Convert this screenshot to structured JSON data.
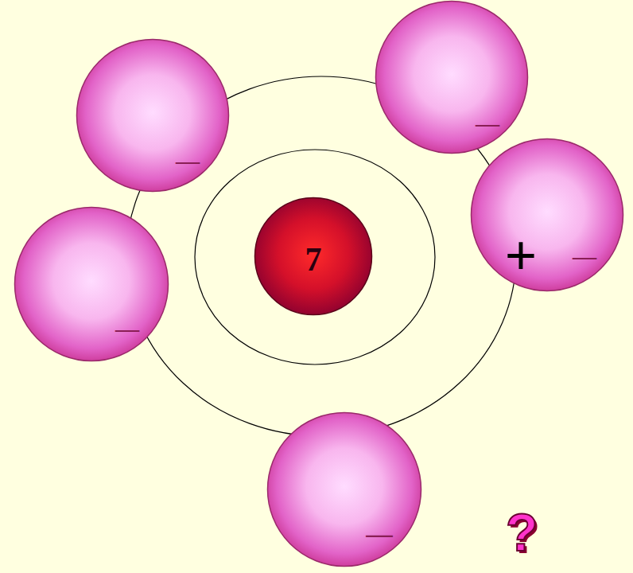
{
  "diagram": {
    "nodes": [
      {
        "text": [
          "—"
        ]
      },
      {
        "text": [
          "—"
        ]
      },
      {
        "text": [
          "+",
          "—"
        ]
      },
      {
        "text": [
          "7"
        ]
      },
      {
        "text": [
          "—"
        ]
      },
      {
        "text": [
          "—"
        ]
      }
    ],
    "labels": [
      "?"
    ]
  }
}
